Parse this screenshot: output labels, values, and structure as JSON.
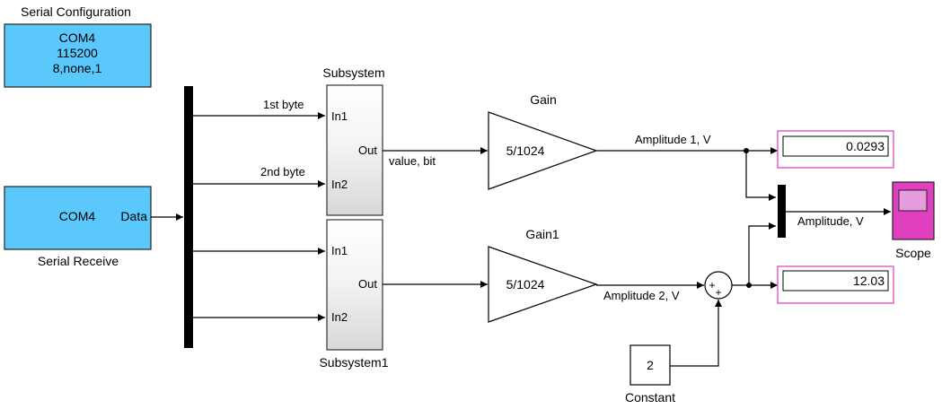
{
  "colors": {
    "serial_block": "#5AC8FA",
    "display_border": "#E060C8",
    "scope_body": "#E040C0",
    "line": "#000000"
  },
  "serial_config": {
    "caption": "Serial Configuration",
    "line1": "COM4",
    "line2": "115200",
    "line3": "8,none,1"
  },
  "serial_receive": {
    "caption": "Serial Receive",
    "port": "COM4",
    "port_label": "Data"
  },
  "subsystem": {
    "title": "Subsystem",
    "in1": "In1",
    "in2": "In2",
    "out": "Out"
  },
  "subsystem1": {
    "title": "Subsystem1",
    "in1": "In1",
    "in2": "In2",
    "out": "Out"
  },
  "signals": {
    "first_byte": "1st byte",
    "second_byte": "2nd byte",
    "value_bit": "value, bit",
    "amp1": "Amplitude 1, V",
    "amp2": "Amplitude 2, V",
    "amp": "Amplitude, V"
  },
  "gain": {
    "title": "Gain",
    "value": "5/1024"
  },
  "gain1": {
    "title": "Gain1",
    "value": "5/1024"
  },
  "display1": {
    "value": "0.0293"
  },
  "display2": {
    "value": "12.03"
  },
  "scope": {
    "caption": "Scope"
  },
  "constant": {
    "caption": "Constant",
    "value": "2"
  },
  "sum": {
    "sign1": "+",
    "sign2": "+"
  }
}
